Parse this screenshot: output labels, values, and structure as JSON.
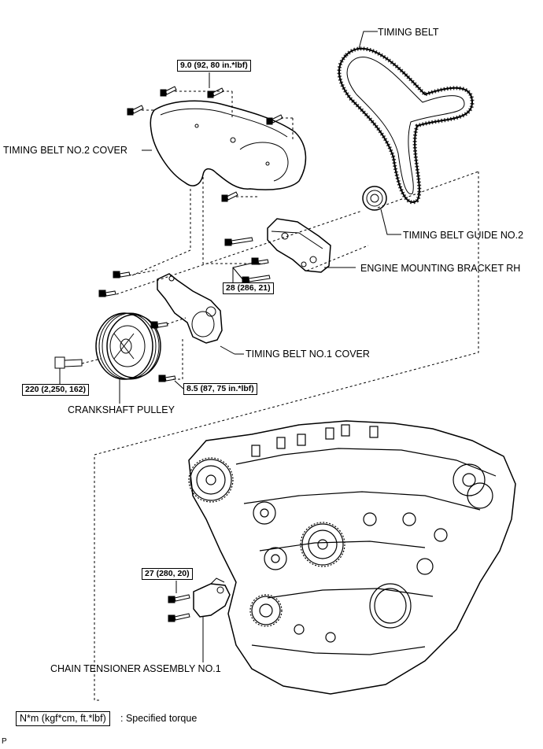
{
  "labels": {
    "timing_belt": "TIMING BELT",
    "timing_belt_no2_cover": "TIMING BELT NO.2 COVER",
    "timing_belt_guide_no2": "TIMING BELT GUIDE NO.2",
    "engine_mounting_bracket_rh": "ENGINE MOUNTING BRACKET RH",
    "timing_belt_no1_cover": "TIMING BELT NO.1 COVER",
    "crankshaft_pulley": "CRANKSHAFT PULLEY",
    "chain_tensioner": "CHAIN TENSIONER ASSEMBLY NO.1"
  },
  "torques": {
    "no2_cover": "9.0 (92, 80 in.*lbf)",
    "bracket": "28 (286, 21)",
    "crank_bolt": "220 (2,250, 162)",
    "no1_cover": "8.5 (87, 75 in.*lbf)",
    "tensioner": "27 (280, 20)"
  },
  "legend": {
    "box": "N*m (kgf*cm, ft.*lbf)",
    "text": ": Specified torque"
  },
  "footer_mark": "P"
}
